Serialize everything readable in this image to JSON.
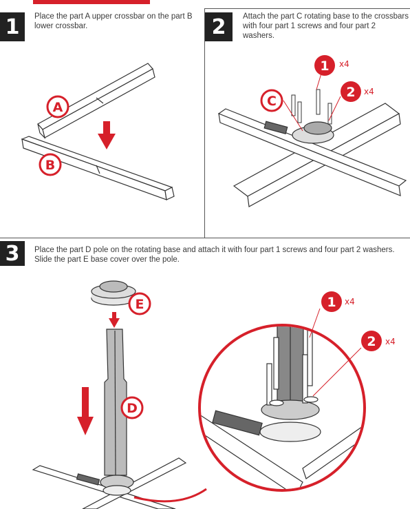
{
  "steps": [
    {
      "number": "1",
      "text": "Place the part A upper crossbar on the part B lower crossbar."
    },
    {
      "number": "2",
      "text": "Attach the part C rotating base to the crossbars with four part 1 screws and four part 2 washers."
    },
    {
      "number": "3",
      "text": "Place the part D pole on the rotating base and attach it with four part 1 screws and four part 2 washers. Slide the part E base cover over the pole."
    }
  ],
  "parts": {
    "a": "A",
    "b": "B",
    "c": "C",
    "d": "D",
    "e": "E",
    "one": "1",
    "two": "2"
  },
  "quantities": {
    "screws": "x4",
    "washers": "x4"
  },
  "colors": {
    "accent": "#d6202a",
    "step_bg": "#222222",
    "line": "#333333"
  }
}
